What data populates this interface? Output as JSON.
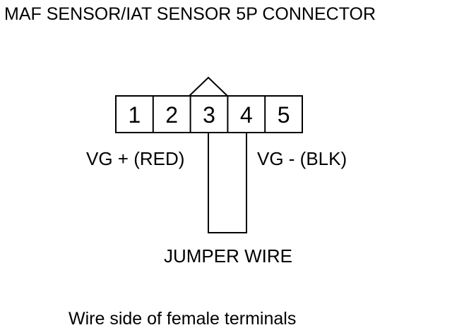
{
  "title": "MAF SENSOR/IAT SENSOR 5P CONNECTOR",
  "connector": {
    "pins": [
      "1",
      "2",
      "3",
      "4",
      "5"
    ]
  },
  "labels": {
    "vg_plus": "VG +  (RED)",
    "vg_minus": "VG -   (BLK)",
    "jumper_wire": "JUMPER WIRE"
  },
  "caption": "Wire side of female terminals",
  "colors": {
    "line": "#000000",
    "background": "#ffffff"
  }
}
